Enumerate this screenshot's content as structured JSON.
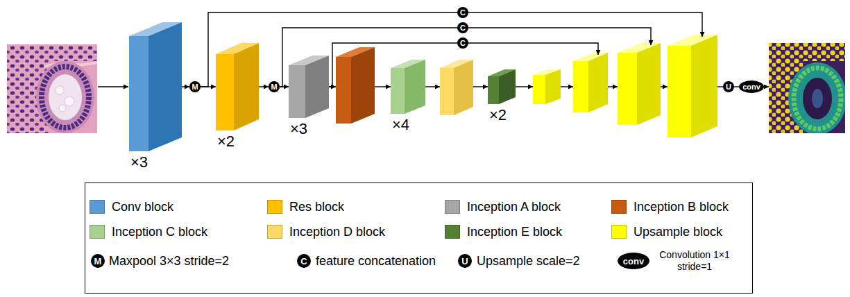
{
  "diagram": {
    "nodes": [
      {
        "text": [
          "×3"
        ]
      },
      {
        "text": [
          "M"
        ]
      },
      {
        "text": [
          "×2"
        ]
      },
      {
        "text": [
          "M"
        ]
      },
      {
        "text": [
          "×3"
        ]
      },
      {
        "text": [
          "×4"
        ]
      },
      {
        "text": [
          "×2"
        ]
      },
      {
        "text": [
          "U"
        ]
      },
      {
        "text": [
          "conv"
        ]
      },
      {
        "text": [
          "C"
        ]
      },
      {
        "text": [
          "C"
        ]
      },
      {
        "text": [
          "C"
        ]
      }
    ],
    "edges": [
      {
        "from": 0,
        "to": 1,
        "arrow": "to"
      },
      {
        "from": 1,
        "to": 2,
        "arrow": "to"
      },
      {
        "from": 2,
        "to": 3,
        "arrow": "to"
      },
      {
        "from": 3,
        "to": 4,
        "arrow": "to"
      },
      {
        "from": 7,
        "to": 8,
        "arrow": "none"
      },
      {
        "from": 1,
        "to": 9,
        "arrow": "none"
      },
      {
        "from": 3,
        "to": 10,
        "arrow": "none"
      },
      {
        "from": 4,
        "to": 11,
        "arrow": "none"
      }
    ],
    "labels": [
      "M",
      "C",
      "U",
      "conv"
    ],
    "legend": [
      {
        "text": "Conv block",
        "color": "#5b9bd5"
      },
      {
        "text": "Res block",
        "color": "#ffc000"
      },
      {
        "text": "Inception A block",
        "color": "#a6a6a6"
      },
      {
        "text": "Inception B block",
        "color": "#c55a11"
      },
      {
        "text": "Inception C block",
        "color": "#a9d18e"
      },
      {
        "text": "Inception D block",
        "color": "#ffd966"
      },
      {
        "text": "Inception E block",
        "color": "#548235"
      },
      {
        "text": "Upsample block",
        "color": "#ffff00"
      },
      {
        "text": "Maxpool 3×3 stride=2"
      },
      {
        "text": "feature concatenation"
      },
      {
        "text": "Upsample scale=2"
      },
      {
        "text": "Convolution 1×1 stride=1"
      }
    ]
  }
}
